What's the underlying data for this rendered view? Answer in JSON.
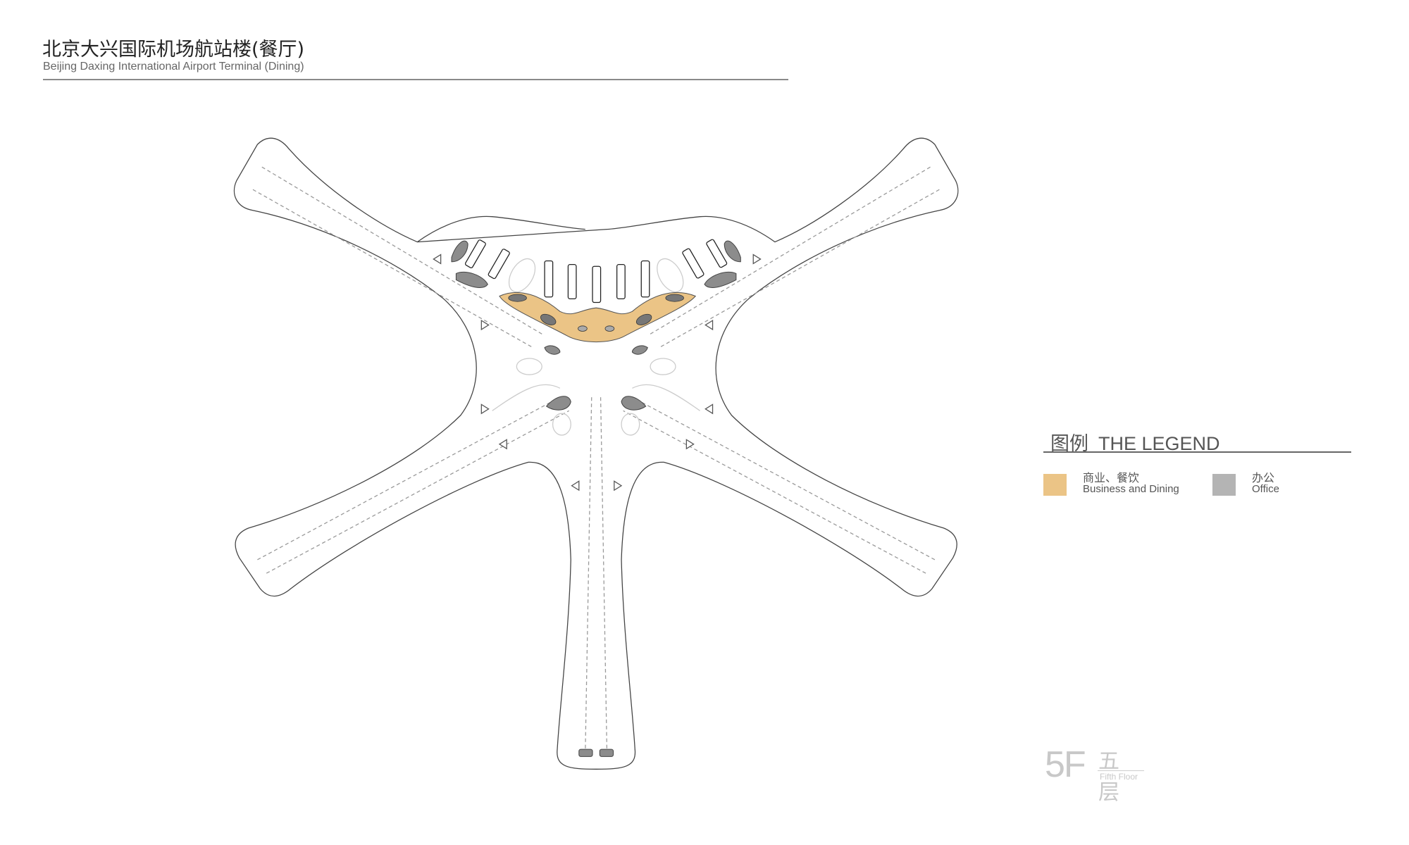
{
  "header": {
    "title_cn": "北京大兴国际机场航站楼(餐厅)",
    "title_en": "Beijing Daxing International Airport Terminal (Dining)"
  },
  "legend": {
    "title_cn": "图例",
    "title_en": "THE LEGEND",
    "items": [
      {
        "label_cn": "商业、餐饮",
        "label_en": "Business and Dining",
        "color": "#EBC486"
      },
      {
        "label_cn": "办公",
        "label_en": "Office",
        "color": "#B4B4B4"
      }
    ]
  },
  "floor": {
    "number": "5F",
    "label_cn": "五层",
    "label_en": "Fifth Floor"
  },
  "colors": {
    "dining": "#EBC486",
    "office": "#8C8C8C",
    "outline": "#555555"
  }
}
